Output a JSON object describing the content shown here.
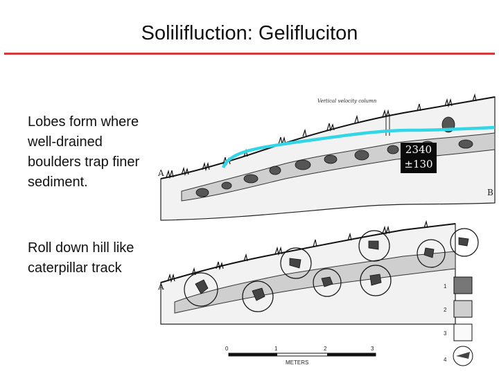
{
  "slide": {
    "title": "Solilifluction: Gelifluciton",
    "bullets": [
      "Lobes form where well-drained boulders trap finer sediment.",
      "Roll down hill like caterpillar track"
    ]
  },
  "figure": {
    "caption_top": "Vertical velocity column",
    "label_a_top": "A",
    "label_b": "B",
    "label_a_bottom": "A",
    "date_box": {
      "line1": "2340",
      "line2": "±130"
    },
    "scale": {
      "ticks": [
        "0",
        "1",
        "2",
        "3"
      ],
      "unit": "METERS"
    },
    "legend": [
      "1",
      "2",
      "3",
      "4"
    ]
  },
  "colors": {
    "title_rule": "#d6383c",
    "trace": "#33d6e6"
  }
}
